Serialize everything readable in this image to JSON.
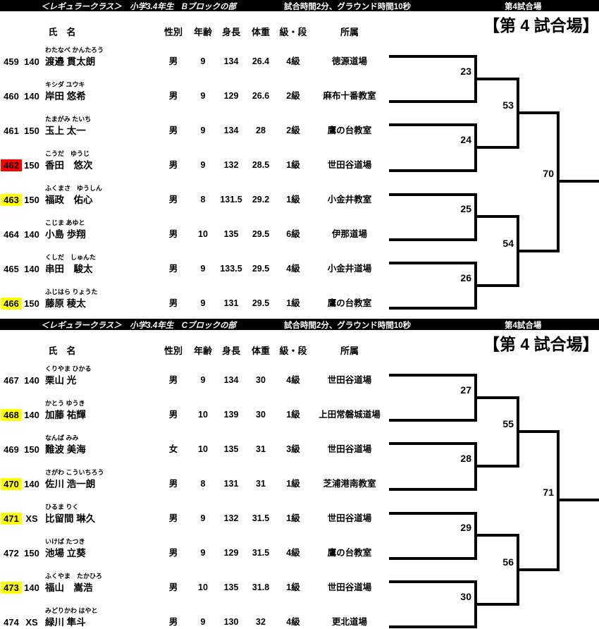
{
  "venue_title": "【第 4 試合場】",
  "columns": {
    "name": "氏　名",
    "gender": "性別",
    "age": "年齢",
    "height": "身長",
    "weight": "体重",
    "rank": "級・段",
    "club": "所属"
  },
  "highlight_colors": {
    "red": "#ff0000",
    "yellow": "#ffff00"
  },
  "sections": [
    {
      "header": {
        "class_label": "＜レギュラークラス＞　小学3.4年生　Bブロックの部",
        "time_label": "試合時間2分、グラウンド時間10秒",
        "venue_label": "第4試合場"
      },
      "matches": [
        "23",
        "24",
        "25",
        "26",
        "53",
        "54",
        "70"
      ],
      "rows": [
        {
          "no": "459",
          "weight_class": "140",
          "kana": "わたなべ かんたろう",
          "name": "渡邉 貫太朗",
          "gender": "男",
          "age": "9",
          "height": "134",
          "weight": "26.4",
          "rank": "4級",
          "club": "徳源道場",
          "highlight": "none"
        },
        {
          "no": "460",
          "weight_class": "140",
          "kana": "キシダ ユウキ",
          "name": "岸田 悠希",
          "gender": "男",
          "age": "9",
          "height": "129",
          "weight": "26.6",
          "rank": "2級",
          "club": "麻布十番教室",
          "highlight": "none"
        },
        {
          "no": "461",
          "weight_class": "150",
          "kana": "たまがみ たいち",
          "name": "玉上 太一",
          "gender": "男",
          "age": "9",
          "height": "134",
          "weight": "28",
          "rank": "2級",
          "club": "鷹の台教室",
          "highlight": "none"
        },
        {
          "no": "462",
          "weight_class": "150",
          "kana": "こうだ　ゆうじ",
          "name": "香田　悠次",
          "gender": "男",
          "age": "9",
          "height": "132",
          "weight": "28.5",
          "rank": "1級",
          "club": "世田谷道場",
          "highlight": "red"
        },
        {
          "no": "463",
          "weight_class": "150",
          "kana": "ふくまさ　ゆうしん",
          "name": "福政　佑心",
          "gender": "男",
          "age": "8",
          "height": "131.5",
          "weight": "29.2",
          "rank": "1級",
          "club": "小金井教室",
          "highlight": "yellow"
        },
        {
          "no": "464",
          "weight_class": "140",
          "kana": "こじま あゆと",
          "name": "小島 歩翔",
          "gender": "男",
          "age": "10",
          "height": "135",
          "weight": "29.5",
          "rank": "6級",
          "club": "伊那道場",
          "highlight": "none"
        },
        {
          "no": "465",
          "weight_class": "140",
          "kana": "くしだ　しゅんた",
          "name": "串田　駿太",
          "gender": "男",
          "age": "9",
          "height": "133.5",
          "weight": "29.5",
          "rank": "4級",
          "club": "小金井道場",
          "highlight": "none"
        },
        {
          "no": "466",
          "weight_class": "150",
          "kana": "ふじはら りょうた",
          "name": "藤原 稜太",
          "gender": "男",
          "age": "9",
          "height": "131",
          "weight": "29.5",
          "rank": "1級",
          "club": "鷹の台教室",
          "highlight": "yellow"
        }
      ]
    },
    {
      "header": {
        "class_label": "＜レギュラークラス＞　小学3.4年生　Cブロックの部",
        "time_label": "試合時間2分、グラウンド時間10秒",
        "venue_label": "第4試合場"
      },
      "matches": [
        "27",
        "28",
        "29",
        "30",
        "55",
        "56",
        "71"
      ],
      "rows": [
        {
          "no": "467",
          "weight_class": "140",
          "kana": "くりやま ひかる",
          "name": "栗山 光",
          "gender": "男",
          "age": "9",
          "height": "134",
          "weight": "30",
          "rank": "4級",
          "club": "世田谷道場",
          "highlight": "none"
        },
        {
          "no": "468",
          "weight_class": "140",
          "kana": "かとう ゆうき",
          "name": "加藤 祐輝",
          "gender": "男",
          "age": "10",
          "height": "139",
          "weight": "30",
          "rank": "1級",
          "club": "上田常磐城道場",
          "highlight": "yellow"
        },
        {
          "no": "469",
          "weight_class": "150",
          "kana": "なんば みみ",
          "name": "難波 美海",
          "gender": "女",
          "age": "10",
          "height": "135",
          "weight": "31",
          "rank": "3級",
          "club": "世田谷道場",
          "highlight": "none"
        },
        {
          "no": "470",
          "weight_class": "140",
          "kana": "さがわ こういちろう",
          "name": "佐川 浩一朗",
          "gender": "男",
          "age": "8",
          "height": "131",
          "weight": "31",
          "rank": "1級",
          "club": "芝浦港南教室",
          "highlight": "yellow"
        },
        {
          "no": "471",
          "weight_class": "XS",
          "kana": "ひるま りく",
          "name": "比留間 琳久",
          "gender": "男",
          "age": "9",
          "height": "132",
          "weight": "31.5",
          "rank": "1級",
          "club": "世田谷道場",
          "highlight": "yellow"
        },
        {
          "no": "472",
          "weight_class": "150",
          "kana": "いけば たつき",
          "name": "池場 立葵",
          "gender": "男",
          "age": "9",
          "height": "129",
          "weight": "31.5",
          "rank": "4級",
          "club": "鷹の台教室",
          "highlight": "none"
        },
        {
          "no": "473",
          "weight_class": "140",
          "kana": "ふくやま　たかひろ",
          "name": "福山　嵩浩",
          "gender": "男",
          "age": "10",
          "height": "135",
          "weight": "31.8",
          "rank": "1級",
          "club": "世田谷道場",
          "highlight": "yellow"
        },
        {
          "no": "474",
          "weight_class": "XS",
          "kana": "みどりかわ はやと",
          "name": "緑川 隼斗",
          "gender": "男",
          "age": "9",
          "height": "130",
          "weight": "32",
          "rank": "4級",
          "club": "更北道場",
          "highlight": "none"
        }
      ]
    }
  ]
}
